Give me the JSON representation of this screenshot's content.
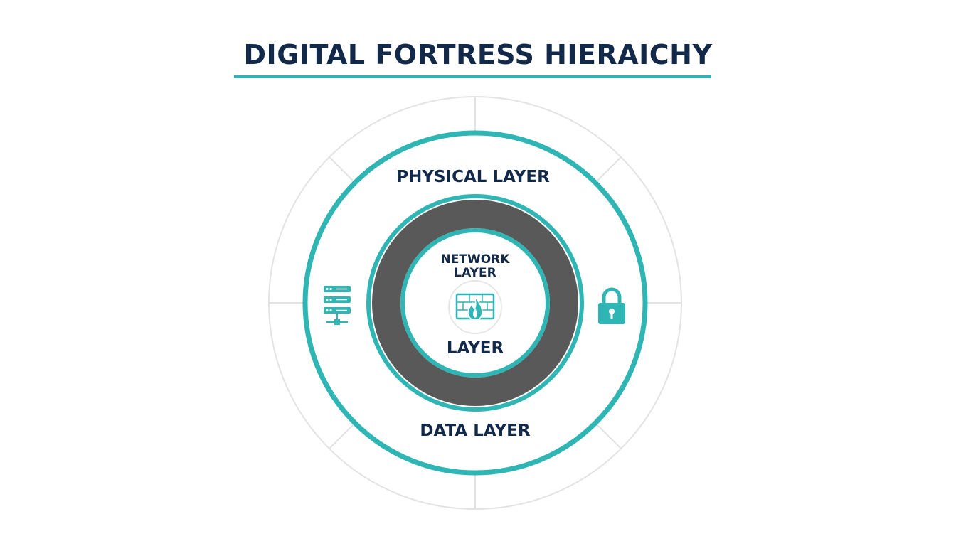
{
  "title": "DIGITAL FORTRESS HIERAICHY",
  "layers": {
    "physical": "PHYSICAL LAYER",
    "network_line1": "NETWORK",
    "network_line2": "LAYER",
    "inner": "LAYER",
    "data": "DATA LAYER"
  },
  "icons": {
    "left": "server-rack-icon",
    "right": "padlock-icon",
    "center": "firewall-icon"
  },
  "colors": {
    "title": "#13294a",
    "accent": "#2fb5b4",
    "dark_ring": "#595959",
    "guide_lines": "#e3e3e3"
  }
}
